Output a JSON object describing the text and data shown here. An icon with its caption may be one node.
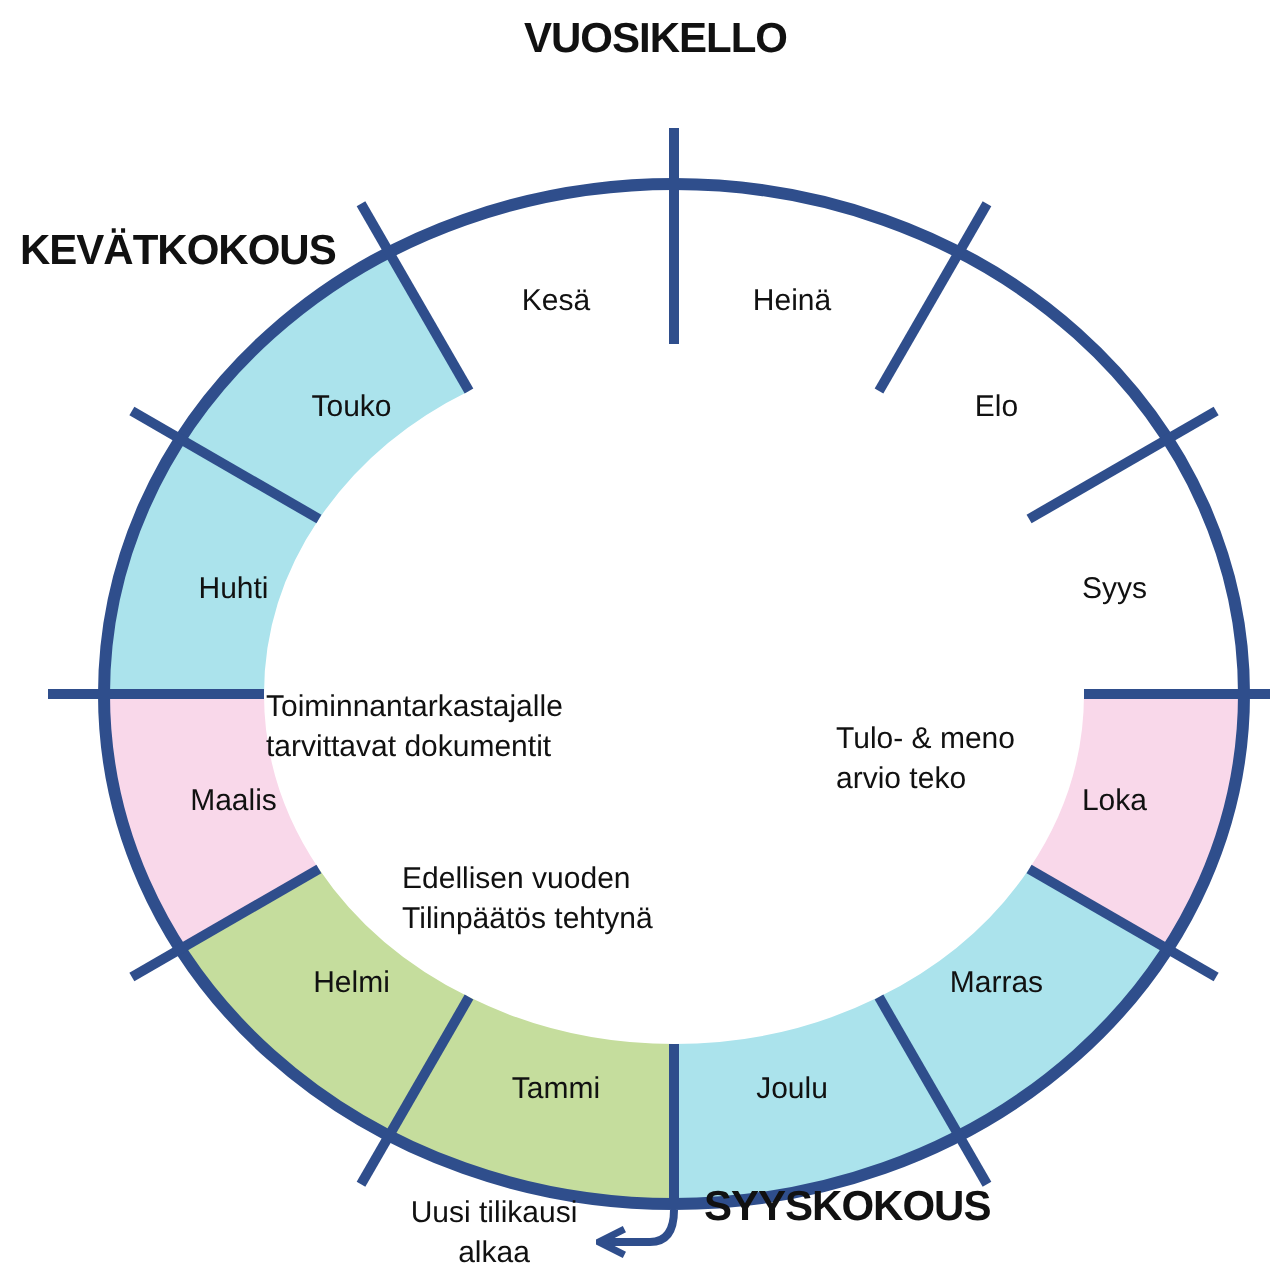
{
  "diagram": {
    "title": "VUOSIKELLO",
    "nodes": [
      {
        "text": [
          "Heinä"
        ]
      },
      {
        "text": [
          "Elo"
        ]
      },
      {
        "text": [
          "Syys"
        ]
      },
      {
        "text": [
          "Loka"
        ]
      },
      {
        "text": [
          "Marras"
        ]
      },
      {
        "text": [
          "Joulu"
        ]
      },
      {
        "text": [
          "Tammi"
        ]
      },
      {
        "text": [
          "Helmi"
        ]
      },
      {
        "text": [
          "Maalis"
        ]
      },
      {
        "text": [
          "Huhti"
        ]
      },
      {
        "text": [
          "Touko"
        ]
      },
      {
        "text": [
          "Kesä"
        ]
      },
      {
        "text": [
          "Uusi tilikausi alkaa"
        ]
      }
    ],
    "edges": [
      {
        "from": 6,
        "to": 12,
        "arrow": "to"
      }
    ],
    "labels": [
      "KEVÄTKOKOUS",
      "Toiminnantarkastajalle tarvittavat dokumentit",
      "Tulo- & meno arvio teko",
      "Edellisen vuoden Tilinpäätös tehtynä",
      "SYYSKOKOUS"
    ]
  }
}
